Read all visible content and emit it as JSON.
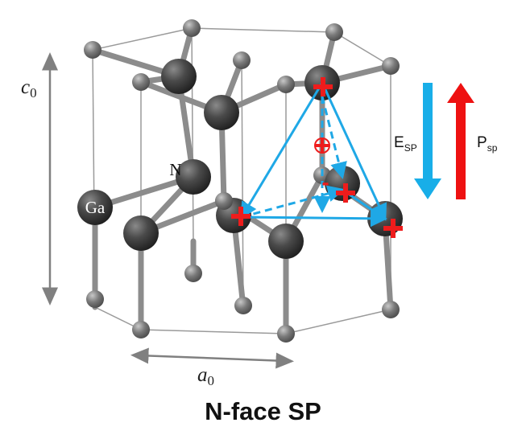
{
  "caption": "N-face SP",
  "labels": {
    "c_main": "c",
    "c_sub": "0",
    "a_main": "a",
    "a_sub": "0",
    "ga": "Ga",
    "n": "N",
    "e_main": "E",
    "e_sub": "SP",
    "p_main": "P",
    "p_sub": "sp",
    "minus": "-"
  },
  "colors": {
    "ga_atom": "#3a3a3a",
    "n_atom": "#6e6e6e",
    "bond": "#8c8c8c",
    "cell_line": "#9a9a9a",
    "dimension_arrow": "#808080",
    "tetrahedron": "#1fa8e6",
    "charge": "#ee1c1c",
    "e_sp_arrow": "#18aee8",
    "p_sp_arrow": "#ee1111"
  },
  "icons": [
    "plus-charge-icon",
    "circled-plus-charge-icon",
    "minus-charge-icon",
    "e-sp-arrow-icon",
    "p-sp-arrow-icon"
  ]
}
